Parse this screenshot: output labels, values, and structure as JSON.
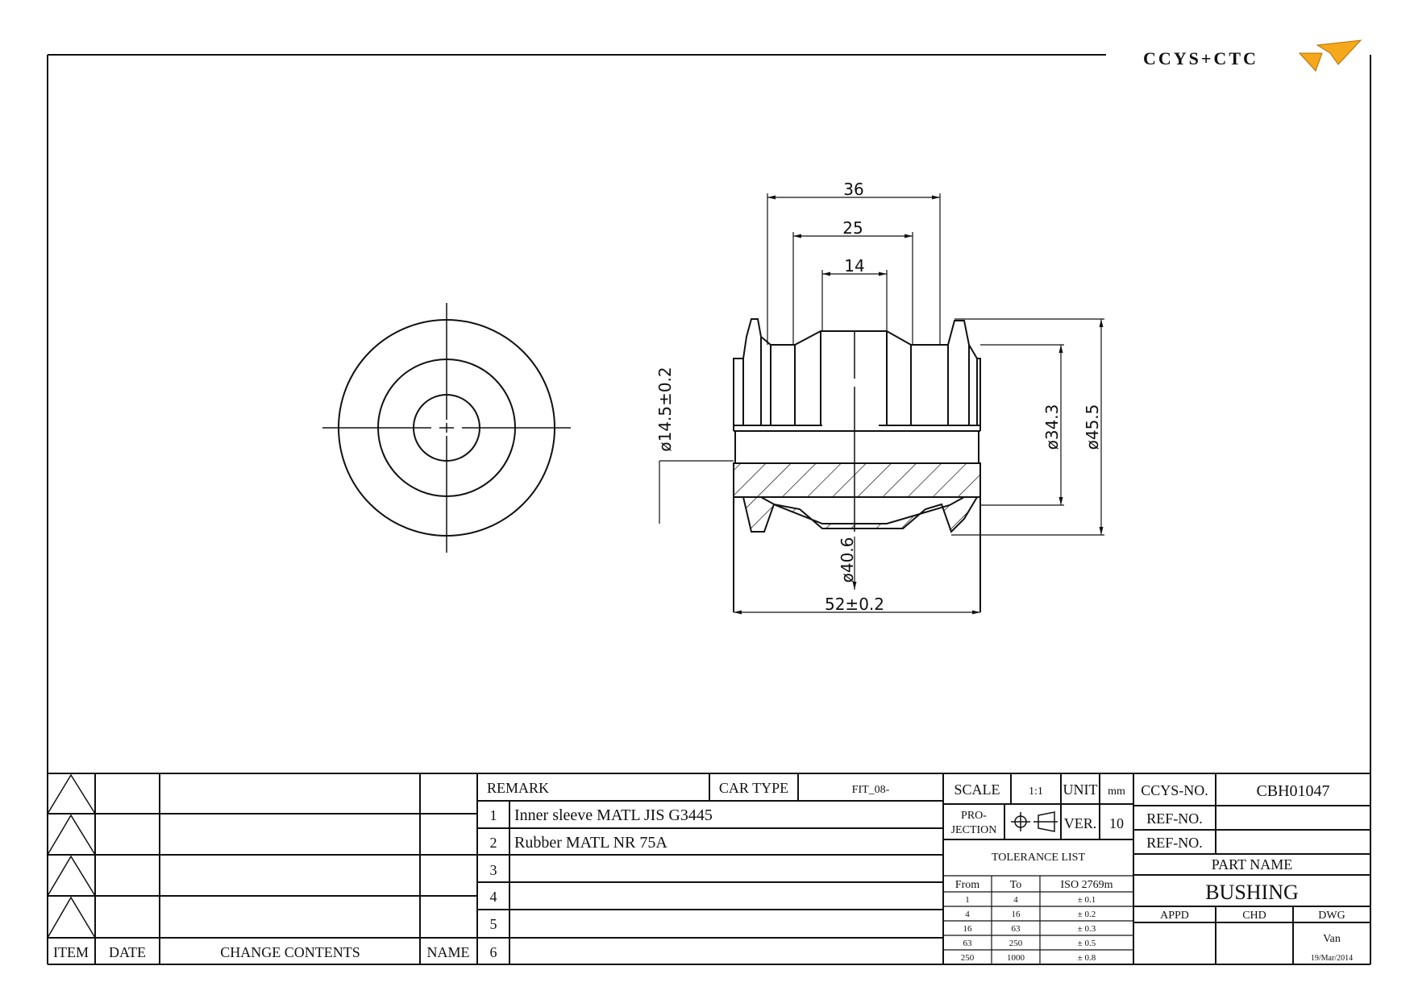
{
  "logo": {
    "text": "CCYS+CTC"
  },
  "dimensions": {
    "width_36": "36",
    "width_25": "25",
    "width_14": "14",
    "dia_14_5": "ø14.5±0.2",
    "dia_34_3": "ø34.3",
    "dia_45_5": "ø45.5",
    "dia_40_6": "ø40.6",
    "length_52": "52±0.2"
  },
  "revision": {
    "headers": {
      "item": "ITEM",
      "date": "DATE",
      "change": "CHANGE CONTENTS",
      "name": "NAME"
    }
  },
  "remarks": {
    "title": "REMARK",
    "car_type_label": "CAR TYPE",
    "car_type_value": "FIT_08-",
    "rows": [
      {
        "num": "1",
        "text": "Inner sleeve MATL JIS G3445"
      },
      {
        "num": "2",
        "text": "Rubber MATL NR 75A"
      },
      {
        "num": "3",
        "text": ""
      },
      {
        "num": "4",
        "text": ""
      },
      {
        "num": "5",
        "text": ""
      },
      {
        "num": "6",
        "text": ""
      }
    ]
  },
  "info": {
    "scale_label": "SCALE",
    "scale_value": "1:1",
    "unit_label": "UNIT",
    "unit_value": "mm",
    "projection_label_1": "PRO-",
    "projection_label_2": "JECTION",
    "ver_label": "VER.",
    "ver_value": "10"
  },
  "tolerance": {
    "title": "TOLERANCE LIST",
    "headers": [
      "From",
      "To",
      "ISO 2769m"
    ],
    "rows": [
      [
        "1",
        "4",
        "± 0.1"
      ],
      [
        "4",
        "16",
        "± 0.2"
      ],
      [
        "16",
        "63",
        "± 0.3"
      ],
      [
        "63",
        "250",
        "± 0.5"
      ],
      [
        "250",
        "1000",
        "± 0.8"
      ]
    ]
  },
  "title_block": {
    "ccys_label": "CCYS-NO.",
    "ccys_value": "CBH01047",
    "ref_label_1": "REF-NO.",
    "ref_label_2": "REF-NO.",
    "part_name_label": "PART NAME",
    "part_name": "BUSHING",
    "appd_label": "APPD",
    "chd_label": "CHD",
    "dwg_label": "DWG",
    "dwg_name": "Van",
    "dwg_date": "19/Mar/2014"
  }
}
